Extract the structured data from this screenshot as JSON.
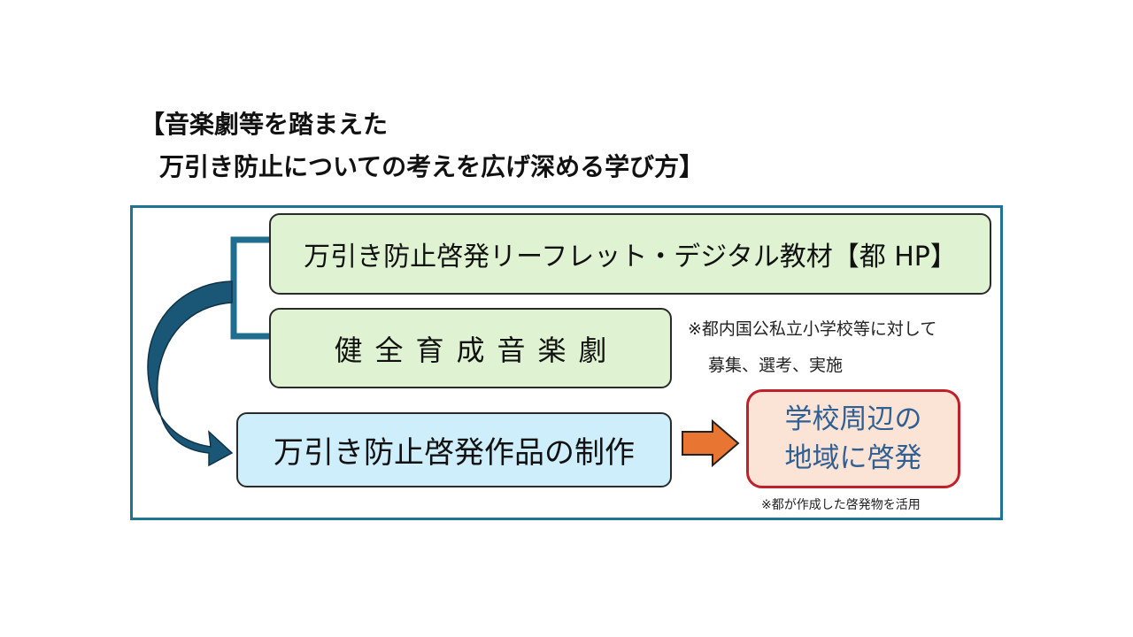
{
  "title": {
    "line1": "【音楽劇等を踏まえた",
    "line2": "万引き防止についての考えを広げ深める学び方】"
  },
  "boxes": {
    "leaflet": "万引き防止啓発リーフレット・デジタル教材【都 HP】",
    "musical": "健全育成音楽劇",
    "production": "万引き防止啓発作品の制作",
    "outreach_line1": "学校周辺の",
    "outreach_line2": "地域に啓発"
  },
  "notes": {
    "musical_line1": "※都内国公私立小学校等に対して",
    "musical_line2": "募集、選考、実施",
    "outreach": "※都が作成した啓発物を活用"
  },
  "colors": {
    "frame": "#1f7394",
    "green_box": "#dff3d3",
    "blue_box": "#cfeefb",
    "outreach_box": "#fbe3d6",
    "outreach_border": "#c0202a",
    "orange_arrow": "#e87632",
    "curved_arrow": "#1a5675"
  }
}
